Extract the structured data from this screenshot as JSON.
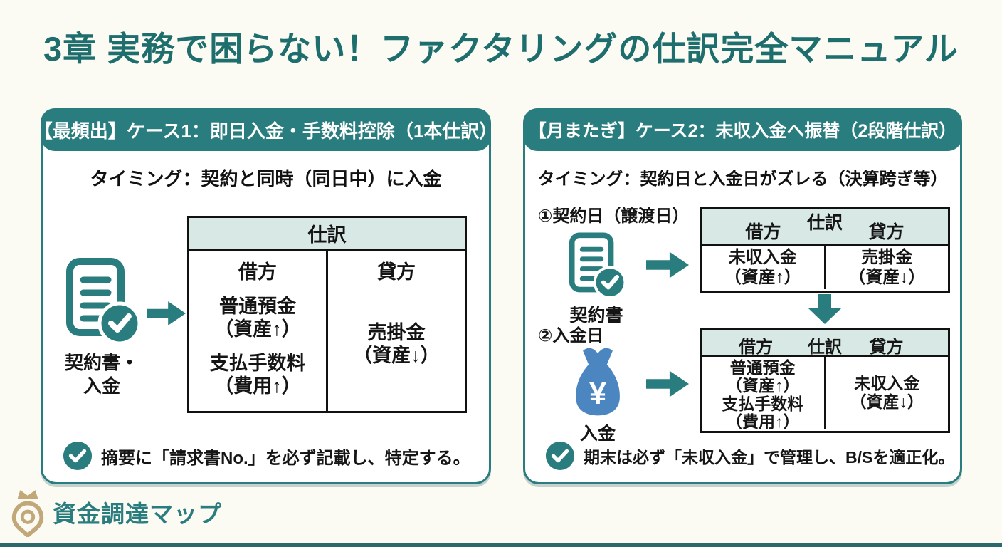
{
  "page": {
    "title": "3章 実務で困らない！ファクタリングの仕訳完全マニュアル"
  },
  "colors": {
    "teal": "#2a7d7e",
    "title_teal": "#1e6e6e",
    "table_header_bg": "#d8e9e5",
    "table_border": "#111111",
    "money_bag_blue": "#4c86c0",
    "logo_gold": "#c2a878",
    "background": "#fbfaf3"
  },
  "left_panel": {
    "header": "【最頻出】ケース1：即日入金・手数料控除（1本仕訳）",
    "timing": "タイミング：契約と同時（同日中）に入金",
    "icon_label_line1": "契約書・",
    "icon_label_line2": "入金",
    "table": {
      "title": "仕訳",
      "debit_header": "借方",
      "credit_header": "貸方",
      "debit_entries": [
        {
          "name": "普通預金",
          "note": "（資産↑）"
        },
        {
          "name": "支払手数料",
          "note": "（費用↑）"
        }
      ],
      "credit_entries": [
        {
          "name": "売掛金",
          "note": "（資産↓）"
        }
      ]
    },
    "note": "摘要に「請求書No.」を必ず記載し、特定する。"
  },
  "right_panel": {
    "header": "【月またぎ】ケース2：未収入金へ振替（2段階仕訳）",
    "timing": "タイミング：契約日と入金日がズレる（決算跨ぎ等）",
    "step1": {
      "label": "①契約日（譲渡日）",
      "icon_label": "契約書",
      "table": {
        "title": "仕訳",
        "debit_header": "借方",
        "credit_header": "貸方",
        "debit_name": "未収入金",
        "debit_note": "（資産↑）",
        "credit_name": "売掛金",
        "credit_note": "（資産↓）"
      }
    },
    "step2": {
      "label": "②入金日",
      "icon_label": "入金",
      "bag_symbol": "¥",
      "table": {
        "title": "仕訳",
        "debit_header": "借方",
        "credit_header": "貸方",
        "debit_lines": [
          "普通預金",
          "（資産↑）",
          "支払手数料",
          "（費用↑）"
        ],
        "credit_name": "未収入金",
        "credit_note": "（資産↓）"
      }
    },
    "note": "期末は必ず「未収入金」で管理し、B/Sを適正化。"
  },
  "footer": {
    "brand": "資金調達マップ"
  }
}
